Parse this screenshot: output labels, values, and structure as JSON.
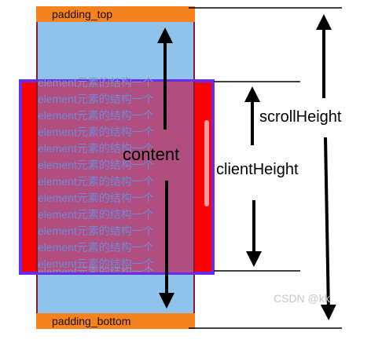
{
  "labels": {
    "padding_top": "padding_top",
    "padding_bottom": "padding_bottom",
    "content": "content",
    "client_height": "clientHeight",
    "scroll_height": "scrollHeight",
    "watermark": "CSDN @kk"
  },
  "content_lines": [
    "element元素的结构一个",
    "element元素的结构一个",
    "element元素的结构一个",
    "element元素的结构一个",
    "element元素的结构一个",
    "element元素的结构一个",
    "element元素的结构一个",
    "element元素的结构一个",
    "element元素的结构一个",
    "element元素的结构一个",
    "element元素的结构一个",
    "element元素的结构一个",
    "element元素的结构一个"
  ],
  "colors": {
    "padding": "#f5821f",
    "outer_box": "#8fc3eb",
    "viewport_fill": "#ff0000",
    "viewport_border": "#6a2bf0",
    "content_overlay": "#b04f7f",
    "text": "#6e8ad9"
  }
}
